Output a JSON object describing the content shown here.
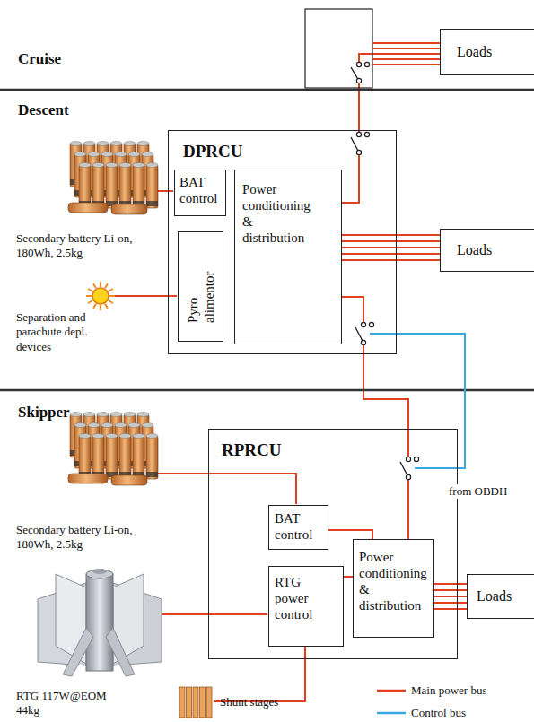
{
  "diagram": {
    "nodes": [
      {
        "text": [
          "Loads"
        ]
      },
      {
        "text": [
          "DPRCU"
        ]
      },
      {
        "text": [
          "BAT control"
        ],
        "in": 1
      },
      {
        "text": [
          "Pyro alimentor"
        ],
        "in": 1
      },
      {
        "text": [
          "Power conditioning & distribution"
        ],
        "in": 1
      },
      {
        "text": [
          "Loads"
        ]
      },
      {
        "text": [
          "RPRCU"
        ]
      },
      {
        "text": [
          "BAT control"
        ],
        "in": 6
      },
      {
        "text": [
          "RTG power control"
        ],
        "in": 6
      },
      {
        "text": [
          "Power conditioning & distribution"
        ],
        "in": 6
      },
      {
        "text": [
          "Loads"
        ]
      }
    ],
    "edges": [
      {
        "from": 4,
        "to": 0,
        "arrow": "none"
      },
      {
        "from": 4,
        "to": 5,
        "arrow": "none"
      },
      {
        "from": 4,
        "to": 9,
        "arrow": "none"
      },
      {
        "from": 7,
        "to": 9,
        "arrow": "none"
      },
      {
        "from": 8,
        "to": 9,
        "arrow": "none"
      },
      {
        "from": 9,
        "to": 10,
        "arrow": "none"
      }
    ],
    "labels": [
      "Cruise",
      "Descent",
      "Secondary battery Li-on, 180Wh, 2.5kg",
      "Separation and parachute depl. devices",
      "Skipper",
      "Secondary battery Li-on, 180Wh, 2.5kg",
      "from OBDH",
      "RTG 117W@EOM 44kg",
      "Shunt stages"
    ],
    "legend": [
      {
        "text": "Main power bus"
      },
      {
        "text": "Control bus"
      }
    ]
  }
}
